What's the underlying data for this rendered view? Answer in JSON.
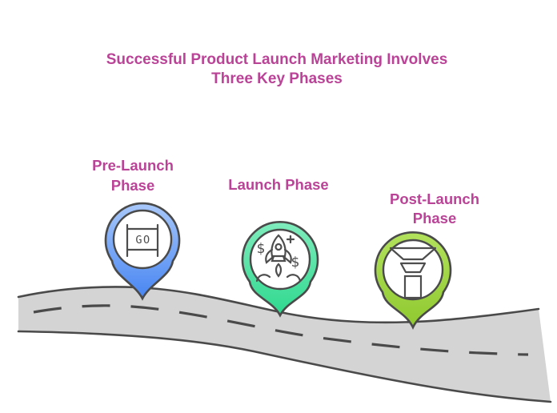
{
  "title": {
    "lines": [
      "Successful Product Launch Marketing Involves",
      "Three Key Phases"
    ]
  },
  "phases": [
    {
      "name": "Pre-Launch Phase",
      "label_lines": [
        "Pre-Launch",
        "Phase"
      ],
      "icon": "go-sign-icon",
      "icon_text": "GO",
      "pin_color_top": "#a8c8fa",
      "pin_color_bottom": "#4785f2"
    },
    {
      "name": "Launch Phase",
      "label_lines": [
        "Launch Phase"
      ],
      "icon": "rocket-dollars-icon",
      "icon_glyphs": {
        "dollar_left": "$",
        "dollar_right": "$"
      },
      "pin_color_top": "#80ecbd",
      "pin_color_bottom": "#2ed88e"
    },
    {
      "name": "Post-Launch Phase",
      "label_lines": [
        "Post-Launch",
        "Phase"
      ],
      "icon": "funnel-icon",
      "pin_color_top": "#b2e15c",
      "pin_color_bottom": "#8fc92f"
    }
  ],
  "colors": {
    "heading_pink": "#ba4397",
    "outline_gray": "#4a4a4a",
    "icon_gray": "#4d4d4d",
    "road_fill": "#d4d4d4",
    "background": "#ffffff"
  }
}
